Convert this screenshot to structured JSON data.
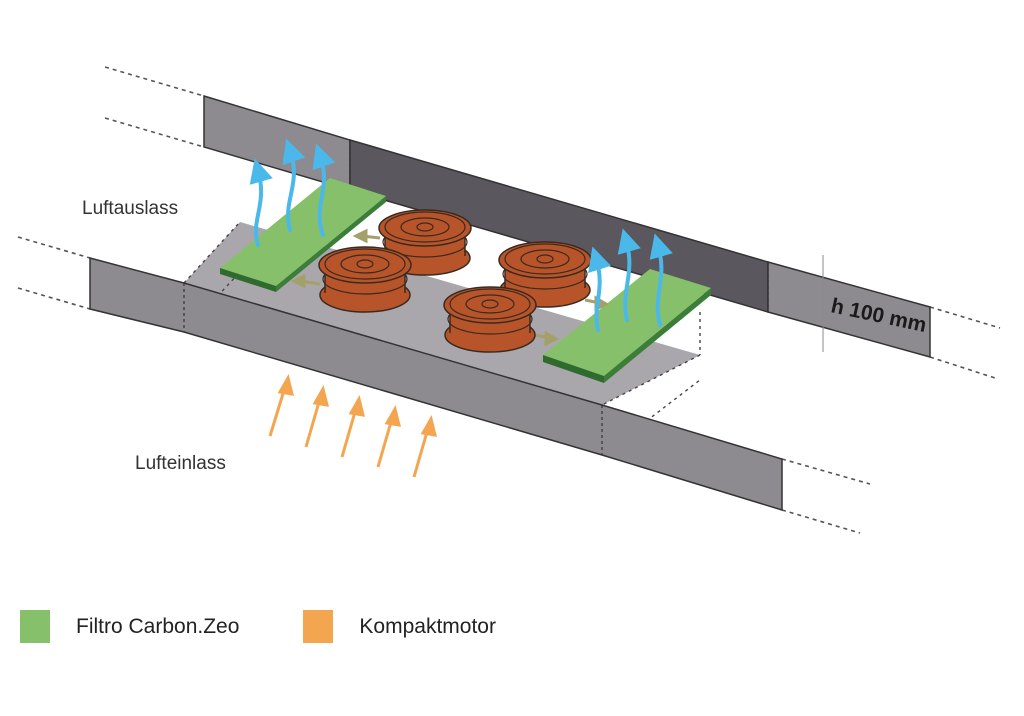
{
  "labels": {
    "outlet": "Luftauslass",
    "inlet": "Lufteinlass",
    "height_dimension": "h 100 mm"
  },
  "legend": [
    {
      "label": "Filtro Carbon.Zeo",
      "color": "#86c06a"
    },
    {
      "label": "Kompaktmotor",
      "color": "#f3a64f"
    }
  ],
  "colors": {
    "duct_side": "#8e8b90",
    "duct_inner": "#5b575e",
    "floor": "#a9a7ab",
    "filter_top": "#86c06a",
    "filter_edge": "#2f6b2e",
    "motor": "#b8542a",
    "airflow_out": "#4bb8ea",
    "airflow_in": "#f3a64f",
    "motor_airflow": "#a4a06a"
  },
  "components": {
    "filters": 2,
    "motors": 4,
    "outlet_arrows": 6,
    "inlet_arrows": 5
  }
}
